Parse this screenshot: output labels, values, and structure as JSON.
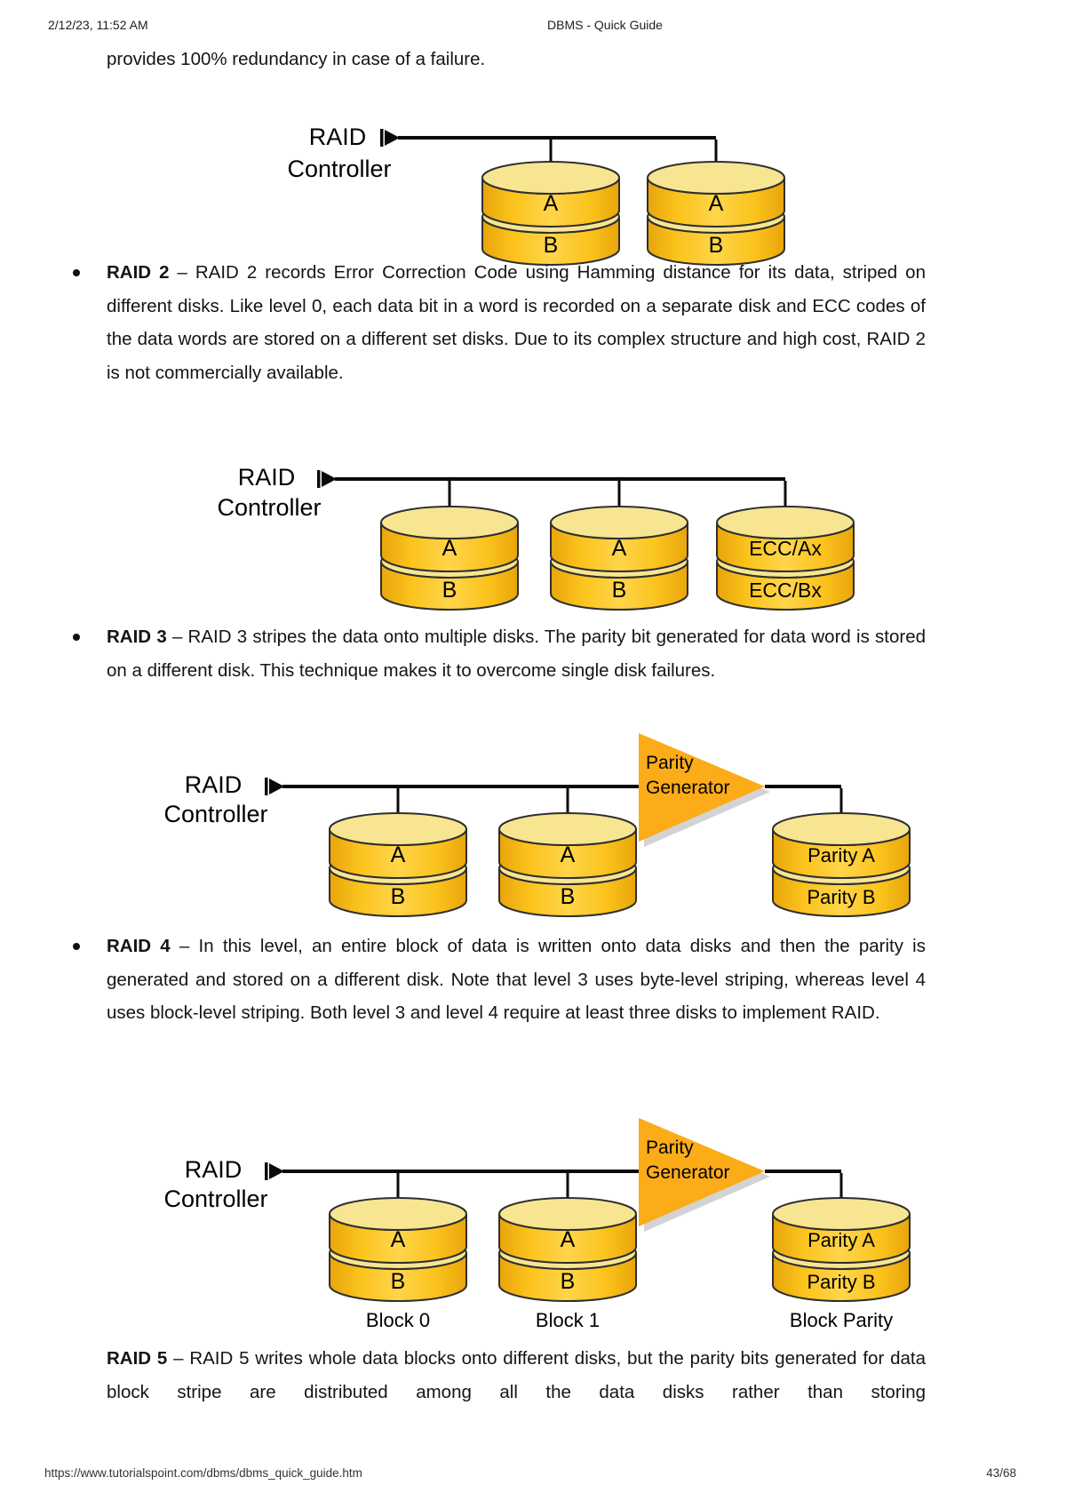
{
  "page": {
    "header_date": "2/12/23, 11:52 AM",
    "header_title": "DBMS - Quick Guide",
    "intro": "provides 100% redundancy in case of a failure.",
    "footer_url": "https://www.tutorialspoint.com/dbms/dbms_quick_guide.htm",
    "footer_page": "43/68"
  },
  "bullets": [
    {
      "term": "RAID 2",
      "body": "– RAID 2 records Error Correction Code using Hamming distance for its data, striped on different disks. Like level 0, each data bit in a word is recorded on a separate disk and ECC codes of the data words are stored on a different set disks. Due to its complex structure and high cost, RAID 2 is not commercially available."
    },
    {
      "term": "RAID 3",
      "body": "– RAID 3 stripes the data onto multiple disks. The parity bit generated for data word is stored on a different disk. This technique makes it to overcome single disk failures."
    },
    {
      "term": "RAID 4",
      "body": "– In this level, an entire block of data is written onto data disks and then the parity is generated and stored on a different disk. Note that level 3 uses byte-level striping, whereas level 4 uses block-level striping. Both level 3 and level 4 require at least three disks to implement RAID."
    },
    {
      "term": "RAID 5",
      "body": "– RAID 5 writes whole data blocks onto different disks, but the parity bits generated for data block stripe are distributed among all the data disks rather than storing"
    }
  ],
  "diagrams": {
    "controller_line1": "RAID",
    "controller_line2": "Controller",
    "parity_line1": "Parity",
    "parity_line2": "Generator",
    "disk_labels": {
      "a": "A",
      "b": "B",
      "ecc_a": "ECC/Ax",
      "ecc_b": "ECC/Bx",
      "parity_a": "Parity A",
      "parity_b": "Parity B"
    },
    "captions": {
      "block0": "Block 0",
      "block1": "Block 1",
      "block_parity": "Block Parity"
    },
    "colors": {
      "disk_body": "#FBC31C",
      "disk_top": "#F8E592",
      "disk_outline": "#2F2F2F",
      "parity_triangle": "#FBAC18",
      "wire": "#0A0A0A"
    }
  }
}
